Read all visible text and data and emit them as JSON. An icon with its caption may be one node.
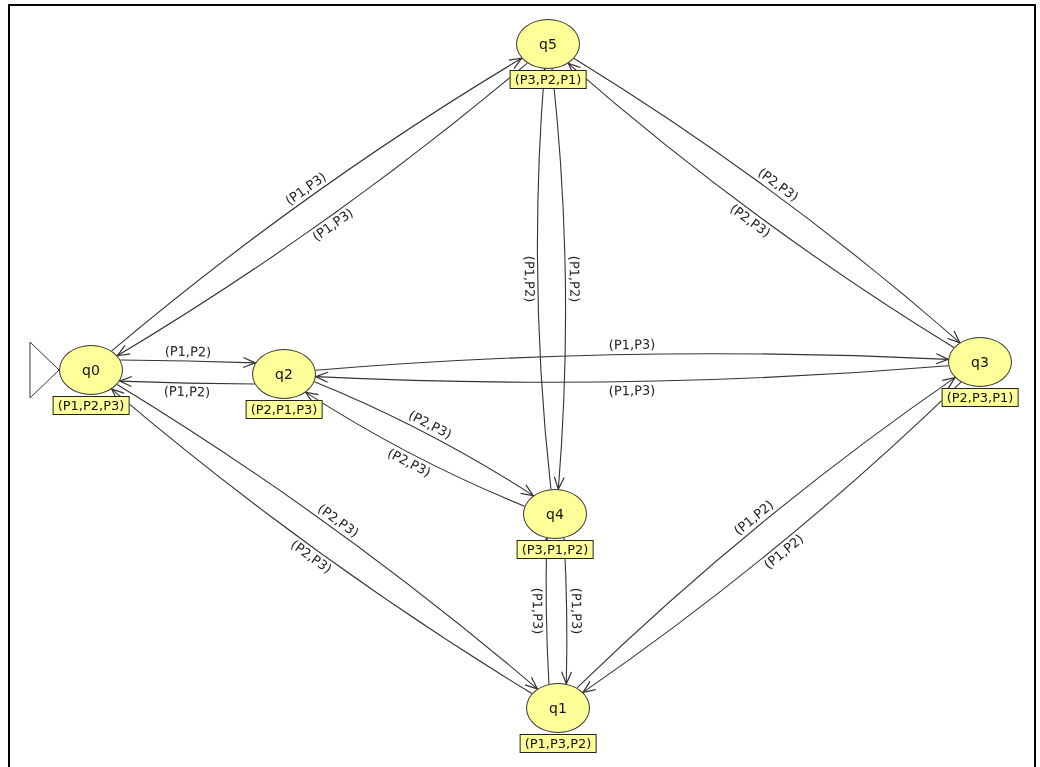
{
  "diagram": {
    "nodes": [
      {
        "text": [
          "q5"
        ],
        "beside": [
          "(P3,P2,P1)"
        ]
      },
      {
        "text": [
          "q0"
        ],
        "beside": [
          "(P1,P2,P3)"
        ]
      },
      {
        "text": [
          "q2"
        ],
        "beside": [
          "(P2,P1,P3)"
        ]
      },
      {
        "text": [
          "q3"
        ],
        "beside": [
          "(P2,P3,P1)"
        ]
      },
      {
        "text": [
          "q4"
        ],
        "beside": [
          "(P3,P1,P2)"
        ]
      },
      {
        "text": [
          "q1"
        ],
        "beside": [
          "(P1,P3,P2)"
        ]
      }
    ],
    "edges": [
      {
        "from": 1,
        "to": 0,
        "arrow": "to",
        "label": "(P1,P3)"
      },
      {
        "from": 0,
        "to": 1,
        "arrow": "to",
        "label": "(P1,P3)"
      },
      {
        "from": 1,
        "to": 2,
        "arrow": "to",
        "label": "(P1,P2)"
      },
      {
        "from": 2,
        "to": 1,
        "arrow": "to",
        "label": "(P1,P2)"
      },
      {
        "from": 1,
        "to": 5,
        "arrow": "to",
        "label": "(P2,P3)"
      },
      {
        "from": 5,
        "to": 1,
        "arrow": "to",
        "label": "(P2,P3)"
      },
      {
        "from": 2,
        "to": 3,
        "arrow": "to",
        "label": "(P1,P3)"
      },
      {
        "from": 3,
        "to": 2,
        "arrow": "to",
        "label": "(P1,P3)"
      },
      {
        "from": 2,
        "to": 4,
        "arrow": "to",
        "label": "(P2,P3)"
      },
      {
        "from": 4,
        "to": 2,
        "arrow": "to",
        "label": "(P2,P3)"
      },
      {
        "from": 0,
        "to": 4,
        "arrow": "to",
        "label": "(P1,P2)"
      },
      {
        "from": 4,
        "to": 0,
        "arrow": "to",
        "label": "(P1,P2)"
      },
      {
        "from": 0,
        "to": 3,
        "arrow": "to",
        "label": "(P2,P3)"
      },
      {
        "from": 3,
        "to": 0,
        "arrow": "to",
        "label": "(P2,P3)"
      },
      {
        "from": 4,
        "to": 5,
        "arrow": "to",
        "label": "(P1,P3)"
      },
      {
        "from": 5,
        "to": 4,
        "arrow": "to",
        "label": "(P1,P3)"
      },
      {
        "from": 3,
        "to": 5,
        "arrow": "to",
        "label": "(P1,P2)"
      },
      {
        "from": 5,
        "to": 3,
        "arrow": "to",
        "label": "(P1,P2)"
      }
    ]
  }
}
